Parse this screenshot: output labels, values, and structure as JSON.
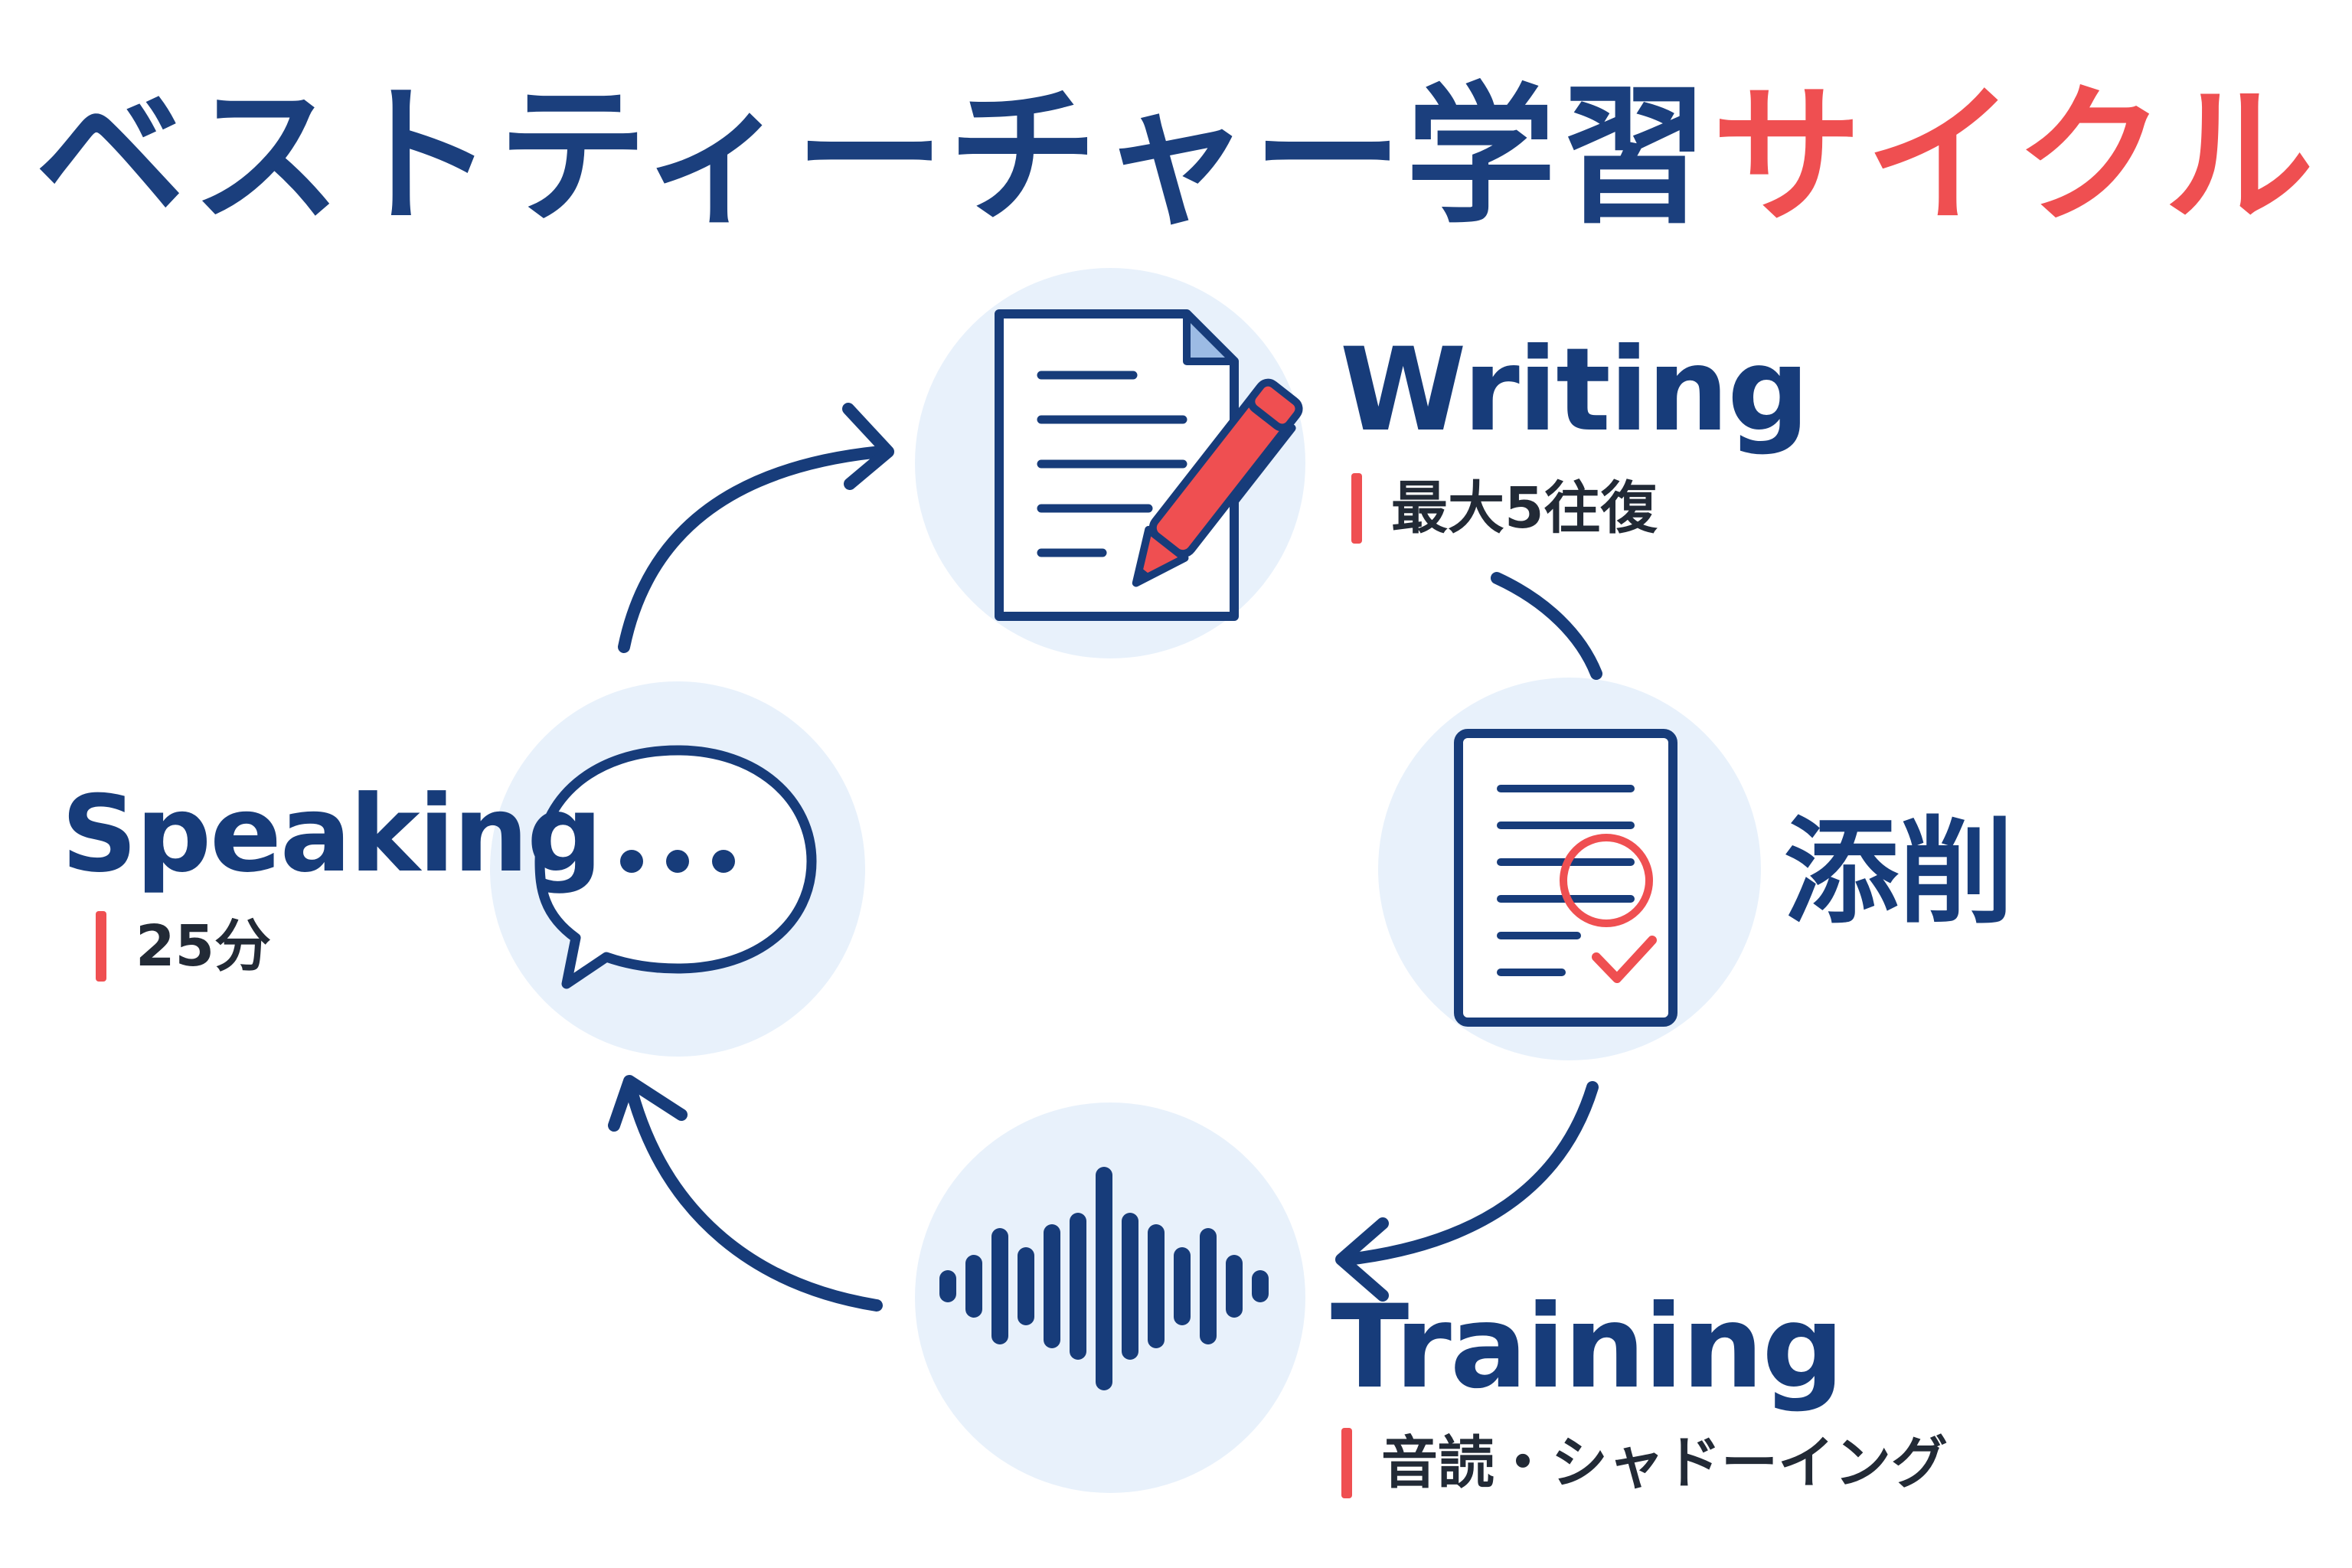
{
  "title": {
    "main": "ベストティーチャー学習",
    "accent": "サイクル"
  },
  "steps": {
    "writing": {
      "label": "Writing",
      "sub": "最大5往復"
    },
    "correction": {
      "label": "添削"
    },
    "training": {
      "label": "Training",
      "sub": "音読・シャドーイング"
    },
    "speaking": {
      "label": "Speaking",
      "sub": "25分"
    }
  },
  "colors": {
    "navy": "#173c7a",
    "red": "#ef4f51",
    "circle_bg": "#e8f1fb"
  },
  "icons": {
    "writing": "document-pen-icon",
    "correction": "document-check-icon",
    "training": "sound-wave-icon",
    "speaking": "speech-bubble-icon"
  }
}
